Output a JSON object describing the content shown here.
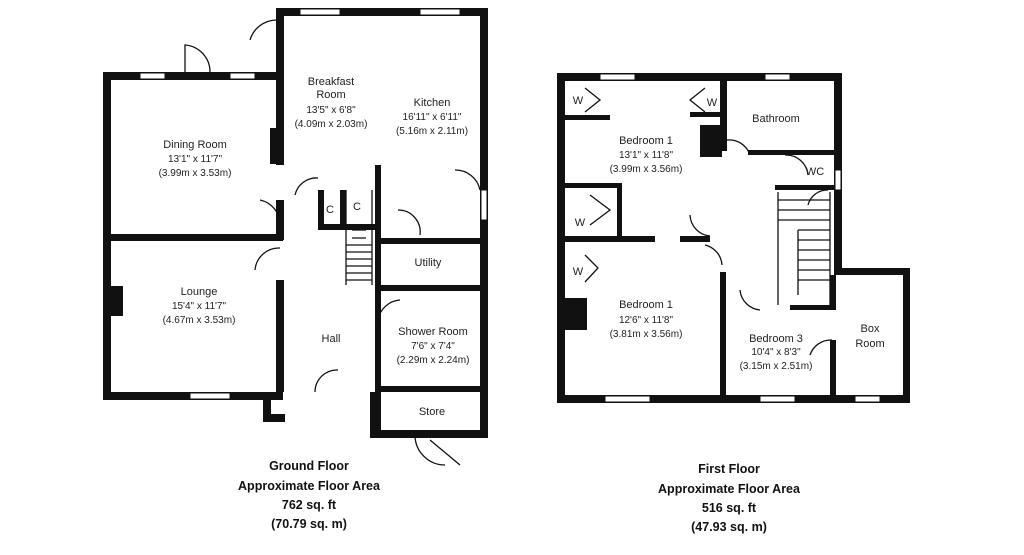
{
  "ground_floor": {
    "rooms": {
      "breakfast": {
        "name_1": "Breakfast",
        "name_2": "Room",
        "dim_imperial": "13'5\" x 6'8\"",
        "dim_metric": "(4.09m x 2.03m)"
      },
      "kitchen": {
        "name": "Kitchen",
        "dim_imperial": "16'11\" x 6'11\"",
        "dim_metric": "(5.16m x 2.11m)"
      },
      "dining": {
        "name": "Dining Room",
        "dim_imperial": "13'1\" x 11'7\"",
        "dim_metric": "(3.99m x 3.53m)"
      },
      "lounge": {
        "name": "Lounge",
        "dim_imperial": "15'4\" x 11'7\"",
        "dim_metric": "(4.67m x 3.53m)"
      },
      "utility": {
        "name": "Utility"
      },
      "hall": {
        "name": "Hall"
      },
      "shower": {
        "name": "Shower Room",
        "dim_imperial": "7'6\" x 7'4\"",
        "dim_metric": "(2.29m x 2.24m)"
      },
      "store": {
        "name": "Store"
      },
      "cupboard_1": {
        "label": "C"
      },
      "cupboard_2": {
        "label": "C"
      }
    },
    "caption": {
      "line1": "Ground Floor",
      "line2": "Approximate Floor Area",
      "line3": "762 sq. ft",
      "line4": "(70.79 sq. m)"
    }
  },
  "first_floor": {
    "rooms": {
      "bedroom1_top": {
        "name": "Bedroom 1",
        "dim_imperial": "13'1\" x 11'8\"",
        "dim_metric": "(3.99m x 3.56m)"
      },
      "bedroom1_bottom": {
        "name": "Bedroom 1",
        "dim_imperial": "12'6\" x 11'8\"",
        "dim_metric": "(3.81m x 3.56m)"
      },
      "bathroom": {
        "name": "Bathroom"
      },
      "wc": {
        "name": "WC"
      },
      "bedroom3": {
        "name": "Bedroom 3",
        "dim_imperial": "10'4\" x 8'3\"",
        "dim_metric": "(3.15m x 2.51m)"
      },
      "boxroom": {
        "name_1": "Box",
        "name_2": "Room"
      },
      "wardrobes": [
        "W",
        "W",
        "W",
        "W"
      ]
    },
    "caption": {
      "line1": "First Floor",
      "line2": "Approximate Floor Area",
      "line3": "516 sq. ft",
      "line4": "(47.93 sq. m)"
    }
  }
}
